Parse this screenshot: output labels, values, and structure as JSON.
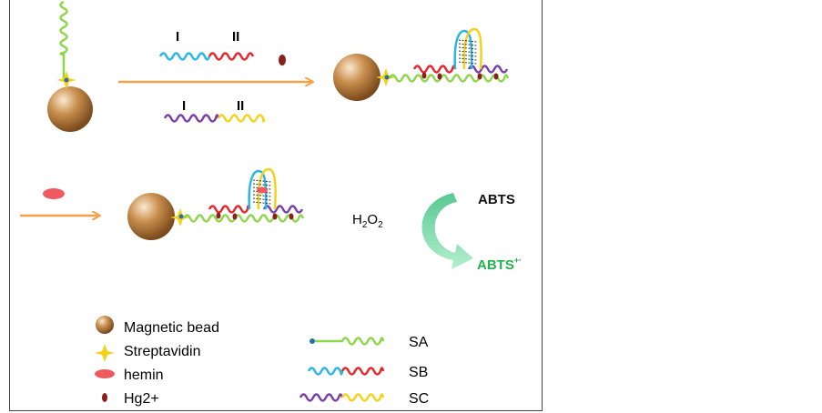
{
  "strand_parts": {
    "sb_part_1": "I",
    "sb_part_2": "II",
    "sc_part_1": "I",
    "sc_part_2": "II"
  },
  "reaction": {
    "substrate": "ABTS",
    "product": "ABTS",
    "product_superscript": "+·",
    "oxidant_h": "H",
    "oxidant_sub1": "2",
    "oxidant_o": "O",
    "oxidant_sub2": "2"
  },
  "legend_left": {
    "bead": "Magnetic bead",
    "streptavidin": "Streptavidin",
    "hemin": "hemin",
    "mercury": "Hg2+"
  },
  "legend_right": {
    "sa": "SA",
    "sb": "SB",
    "sc": "SC"
  },
  "colors": {
    "green_strand": "#8ed64a",
    "blue_strand": "#29b6e8",
    "red_strand": "#e8262a",
    "purple_strand": "#7a3fa8",
    "yellow_strand": "#f5d21a",
    "arrow_orange": "#f5a04a",
    "bead_brown": "#a0692e",
    "hemin_red": "#ee5a5f",
    "mercury_dark": "#8b1e1e",
    "cycle_green": "#5fd6a0",
    "product_green": "#22b14c"
  }
}
